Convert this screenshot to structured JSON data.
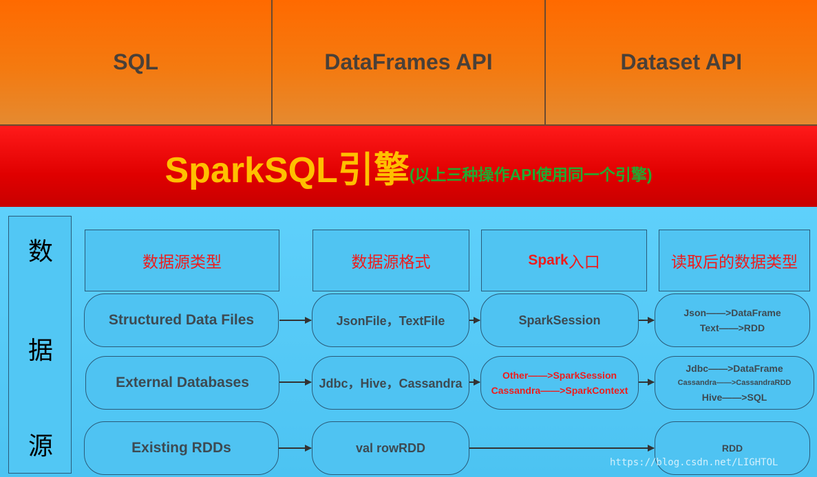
{
  "apis": [
    "SQL",
    "DataFrames API",
    "Dataset API"
  ],
  "engine": {
    "title": "SparkSQL引擎",
    "subtitle": "(以上三种操作API使用同一个引擎)"
  },
  "data_source": {
    "chars": [
      "数",
      "据",
      "源"
    ]
  },
  "headers": {
    "type": "数据源类型",
    "format": "数据源格式",
    "entry_prefix": "Spark",
    "entry_suffix": "入口",
    "result": "读取后的数据类型"
  },
  "rows": [
    {
      "type": "Structured Data Files",
      "format": "JsonFile，TextFile",
      "entry": [
        "SparkSession"
      ],
      "result": [
        "Json——>DataFrame",
        "Text——>RDD"
      ]
    },
    {
      "type": "External Databases",
      "format": "Jdbc，Hive，Cassandra",
      "entry": [
        "Other——>SparkSession",
        "Cassandra——>SparkContext"
      ],
      "result": [
        "Jdbc——>DataFrame",
        "Cassandra——>CassandraRDD",
        "Hive——>SQL"
      ]
    },
    {
      "type": "Existing RDDs",
      "format": "val rowRDD",
      "entry": [],
      "result": [
        "RDD"
      ]
    }
  ],
  "watermark": "https://blog.csdn.net/LIGHTOL",
  "colors": {
    "api_orange": "#ff6a00",
    "engine_red": "#e00000",
    "engine_title": "#ffc000",
    "engine_subtitle": "#22aa30",
    "header_red": "#ee1c1c",
    "panel_blue": "#55c8f5"
  }
}
